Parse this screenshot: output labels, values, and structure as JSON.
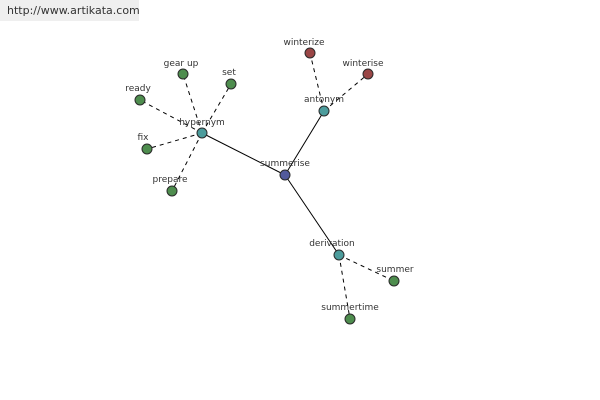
{
  "source_url": "http://www.artikata.com",
  "colors": {
    "root": "#525a9c",
    "relation": "#4c9c9c",
    "term": "#4e8d4e",
    "antonym_term": "#9a4646",
    "edge": "#000000"
  },
  "graph": {
    "root": {
      "id": "summerise",
      "label": "summerise"
    },
    "relations": [
      {
        "id": "hypernym",
        "label": "hypernym",
        "terms": [
          {
            "id": "gear-up",
            "label": "gear up"
          },
          {
            "id": "set",
            "label": "set"
          },
          {
            "id": "ready",
            "label": "ready"
          },
          {
            "id": "fix",
            "label": "fix"
          },
          {
            "id": "prepare",
            "label": "prepare"
          }
        ]
      },
      {
        "id": "antonym",
        "label": "antonym",
        "terms": [
          {
            "id": "winterize",
            "label": "winterize"
          },
          {
            "id": "winterise",
            "label": "winterise"
          }
        ]
      },
      {
        "id": "derivation",
        "label": "derivation",
        "terms": [
          {
            "id": "summer",
            "label": "summer"
          },
          {
            "id": "summertime",
            "label": "summertime"
          }
        ]
      }
    ]
  }
}
